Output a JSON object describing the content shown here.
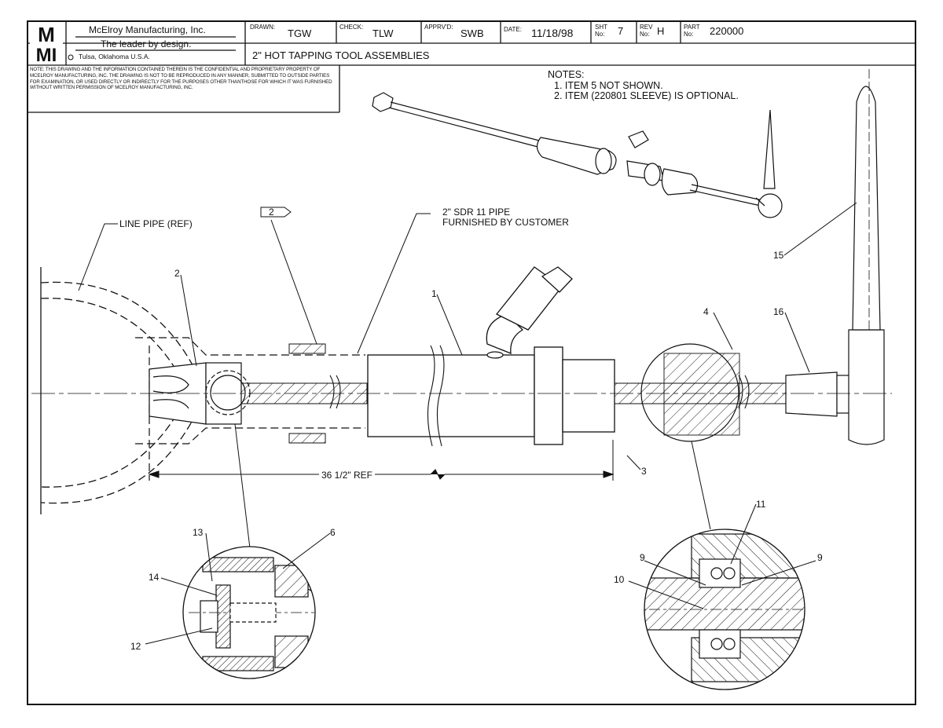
{
  "title_block": {
    "logo_letters": "MMI",
    "company": "McElroy Manufacturing, Inc.",
    "tagline": "The leader by design.",
    "location": "Tulsa, Oklahoma U.S.A.",
    "drawn_label": "DRAWN:",
    "drawn": "TGW",
    "check_label": "CHECK:",
    "check": "TLW",
    "apprvd_label": "APPRV'D:",
    "apprvd": "SWB",
    "date_label": "DATE:",
    "date": "11/18/98",
    "sht_label_1": "SHT",
    "sht_label_2": "No:",
    "sht": "7",
    "rev_label_1": "REV",
    "rev_label_2": "No:",
    "rev": "H",
    "part_label_1": "PART",
    "part_label_2": "No:",
    "part": "220000",
    "drawing_title": "2\" HOT TAPPING TOOL ASSEMBLIES"
  },
  "legal_note": "NOTE: THIS DRAWING AND THE INFORMATION CONTAINED THEREIN IS THE CONFIDENTIAL AND PROPRIETARY PROPERTY OF McElroy Manufacturing, Inc. THE DRAWING IS NOT TO BE REPRODUCED IN ANY MANNER, SUBMITTED TO OUTSIDE PARTIES FOR EXAMINATION, OR USED DIRECTLY OR INDIRECTLY FOR THE PURPOSES OTHER THANTHOSE FOR WHICH IT WAS FURNISHED WITHOUT WRITTEN PERMISSION OF McElroy Manufacturing, Inc.",
  "notes": {
    "heading": "NOTES:",
    "items": [
      "1. ITEM 5 NOT SHOWN.",
      "2. ITEM (220801 SLEEVE) IS OPTIONAL."
    ]
  },
  "callouts": {
    "line_pipe": "LINE PIPE (REF)",
    "pipe_spec_1": "2\" SDR 11  PIPE",
    "pipe_spec_2": "FURNISHED BY CUSTOMER",
    "dimension": "36 1/2\" REF",
    "flag_note": "2",
    "item_1": "1",
    "item_2": "2",
    "item_3": "3",
    "item_4": "4",
    "item_6": "6",
    "item_9a": "9",
    "item_9b": "9",
    "item_10": "10",
    "item_11": "11",
    "item_12": "12",
    "item_13": "13",
    "item_14": "14",
    "item_15": "15",
    "item_16": "16"
  }
}
